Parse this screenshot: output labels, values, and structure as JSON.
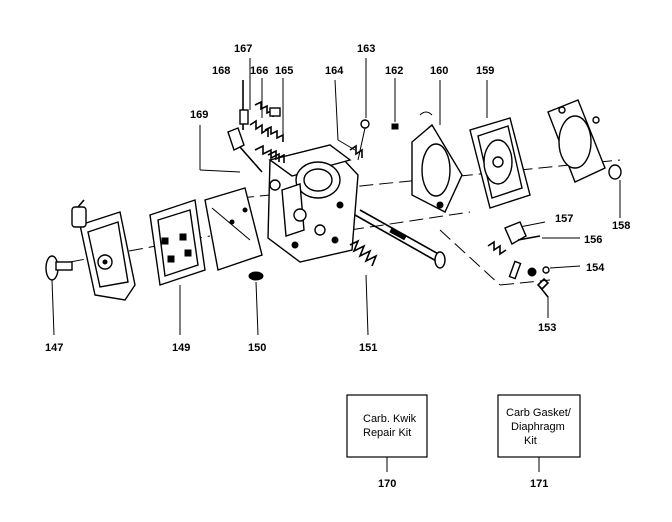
{
  "labels": {
    "p147": "147",
    "p149": "149",
    "p150": "150",
    "p151": "151",
    "p153": "153",
    "p154": "154",
    "p156": "156",
    "p157": "157",
    "p158": "158",
    "p159": "159",
    "p160": "160",
    "p162": "162",
    "p163": "163",
    "p164": "164",
    "p165": "165",
    "p166": "166",
    "p167": "167",
    "p168": "168",
    "p169": "169",
    "p170": "170",
    "p171": "171"
  },
  "kits": {
    "kit170": {
      "line1": "Carb. Kwik",
      "line2": "Repair Kit",
      "line3": ""
    },
    "kit171": {
      "line1": "Carb Gasket/",
      "line2": "Diaphragm",
      "line3": "Kit"
    }
  }
}
